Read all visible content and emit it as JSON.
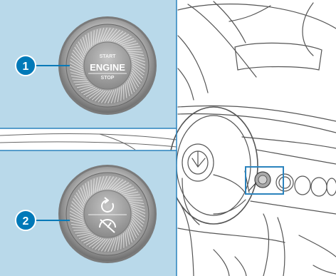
{
  "callouts": [
    {
      "number": "1"
    },
    {
      "number": "2"
    }
  ],
  "button_top": {
    "start_label": "START",
    "engine_label": "ENGINE",
    "stop_label": "STOP"
  },
  "button_bottom": {
    "icons": [
      "restart-arrow-icon",
      "dynamic-select-gauge-icon"
    ]
  },
  "colors": {
    "panel_bg": "#b9d9ea",
    "callout_fill": "#0079b8",
    "highlight_box": "#2b83bd",
    "line_art": "#555555"
  }
}
